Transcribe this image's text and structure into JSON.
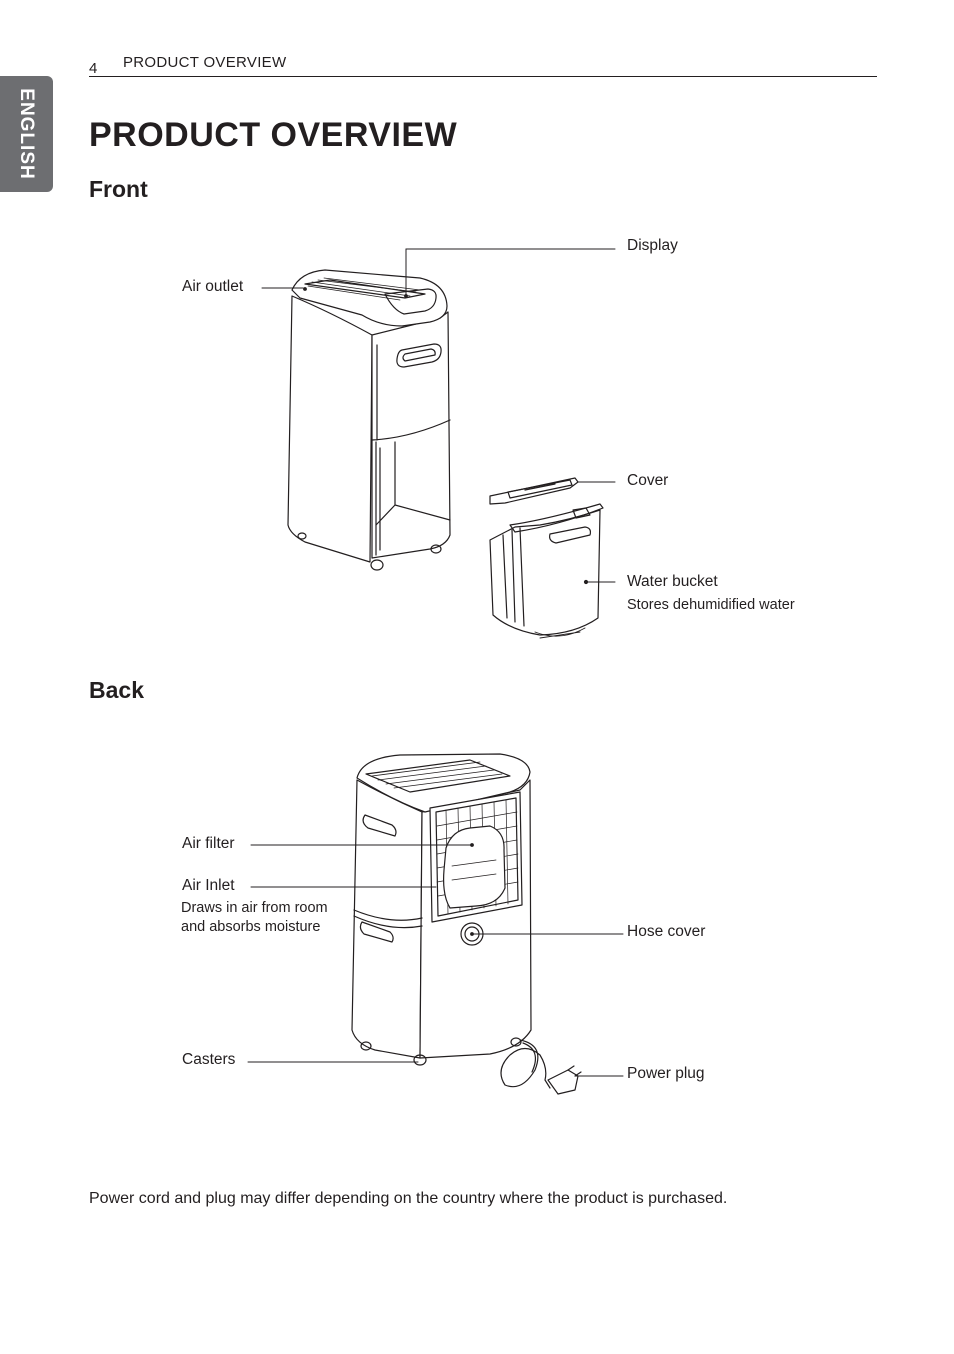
{
  "page": {
    "number": "4",
    "running_head": "PRODUCT OVERVIEW",
    "language_tab": "ENGLISH",
    "title": "PRODUCT OVERVIEW"
  },
  "front": {
    "heading": "Front",
    "labels": {
      "air_outlet": "Air outlet",
      "display": "Display",
      "cover": "Cover",
      "water_bucket": "Water bucket",
      "water_bucket_desc": "Stores dehumidified water"
    }
  },
  "back": {
    "heading": "Back",
    "labels": {
      "air_filter": "Air filter",
      "air_inlet": "Air Inlet",
      "air_inlet_desc_1": "Draws in air from room",
      "air_inlet_desc_2": "and absorbs moisture",
      "hose_cover": "Hose cover",
      "casters": "Casters",
      "power_plug": "Power plug"
    }
  },
  "footnote": "Power cord and plug may differ depending on the country where the product is purchased.",
  "colors": {
    "tab_gray": "#6d6e71",
    "text": "#231f20"
  }
}
